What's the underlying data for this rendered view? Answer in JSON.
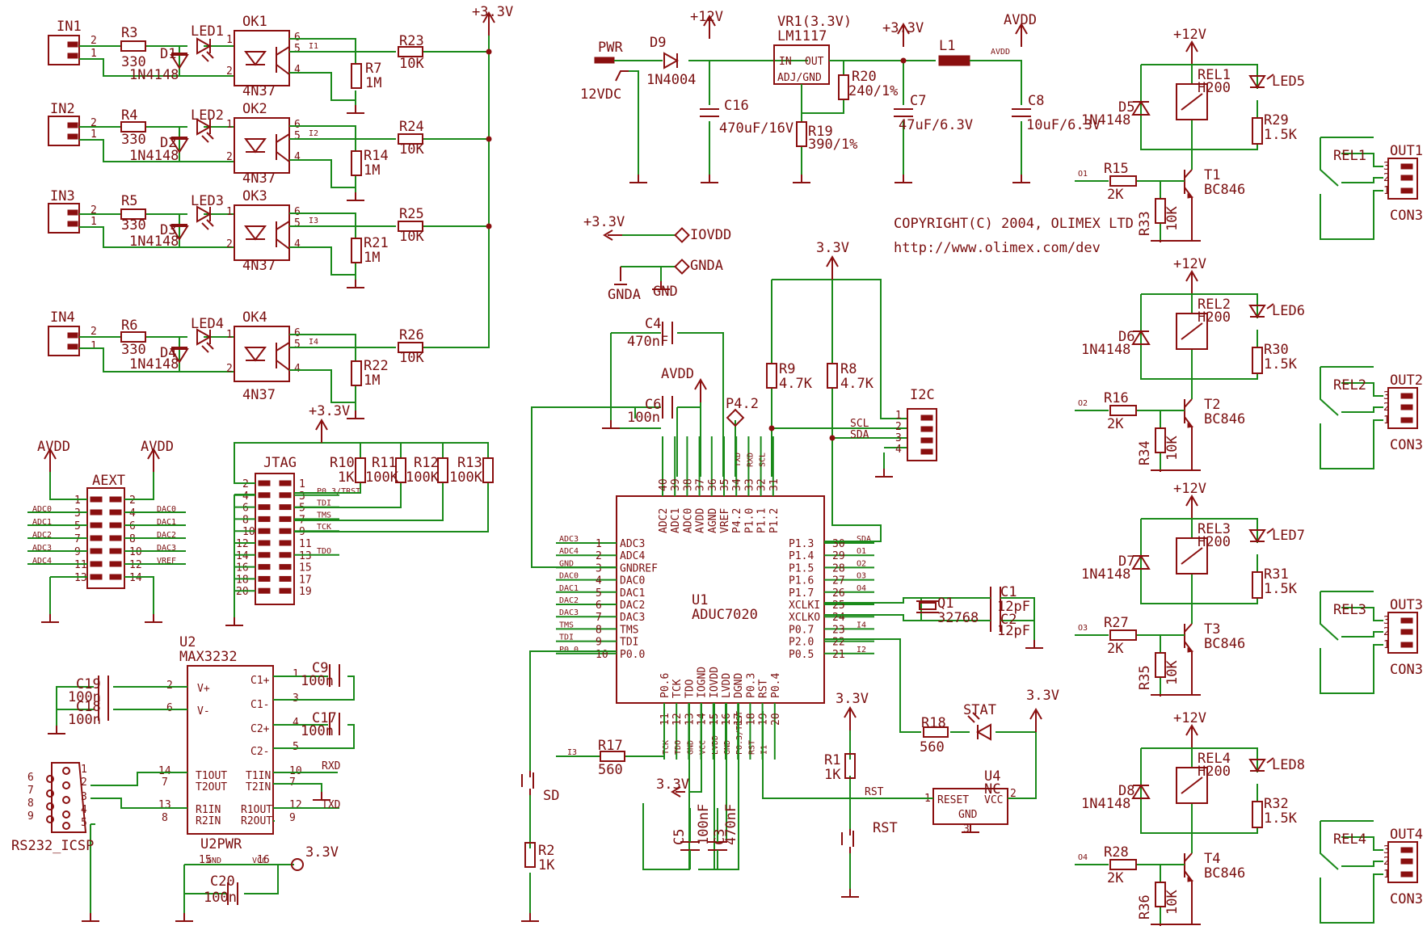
{
  "labels": {
    "in1": "IN1",
    "in2": "IN2",
    "in3": "IN3",
    "in4": "IN4",
    "r3": "R3",
    "r4": "R4",
    "r5": "R5",
    "r6": "R6",
    "v330": "330",
    "d1": "D1",
    "d2": "D2",
    "d3": "D3",
    "d4": "D4",
    "n4148": "1N4148",
    "led1": "LED1",
    "led2": "LED2",
    "led3": "LED3",
    "led4": "LED4",
    "ok1": "OK1",
    "ok2": "OK2",
    "ok3": "OK3",
    "ok4": "OK4",
    "n4n37": "4N37",
    "r7": "R7",
    "r14": "R14",
    "r21": "R21",
    "r22": "R22",
    "v1m": "1M",
    "r23": "R23",
    "r24": "R24",
    "r25": "R25",
    "r26": "R26",
    "v10k": "10K",
    "i1": "I1",
    "i2": "I2",
    "i3": "I3",
    "i4": "I4",
    "p33": "+3.3V",
    "p12": "+12V",
    "avdd": "AVDD",
    "avdd_s": "AVDD",
    "pwr": "PWR",
    "d9": "D9",
    "n4004": "1N4004",
    "vdc12": "12VDC",
    "c16": "C16",
    "c16v": "470uF/16V",
    "vr1": "VR1(3.3V)",
    "lm1117": "LM1117",
    "in": "IN",
    "out": "OUT",
    "adj": "ADJ/GND",
    "r20": "R20",
    "r20v": "240/1%",
    "r19": "R19",
    "r19v": "390/1%",
    "c7": "C7",
    "c7v": "47uF/6.3V",
    "l1": "L1",
    "c8": "C8",
    "c8v": "10uF/6.3V",
    "iovdd": "IOVDD",
    "gnda": "GNDA",
    "gnd": "GND",
    "c4": "C4",
    "c4v": "470nF",
    "c6": "C6",
    "c6v": "100n",
    "p42": "P4.2",
    "v33": "3.3V",
    "r9": "R9",
    "r8": "R8",
    "v47k": "4.7K",
    "i2c": "I2C",
    "scl": "SCL",
    "sda": "SDA",
    "copyright": "COPYRIGHT(C) 2004, OLIMEX LTD",
    "url": "http://www.olimex.com/dev",
    "aext": "AEXT",
    "adc0": "ADC0",
    "adc1": "ADC1",
    "adc2": "ADC2",
    "adc3": "ADC3",
    "adc4": "ADC4",
    "dac0": "DAC0",
    "dac1": "DAC1",
    "dac2": "DAC2",
    "dac3": "DAC3",
    "vref": "VREF",
    "jtag": "JTAG",
    "r10": "R10",
    "r11": "R11",
    "r12": "R12",
    "r13": "R13",
    "v1k": "1K",
    "v100k": "100K",
    "trst": "P0.3/TRST",
    "tdi": "TDI",
    "tms": "TMS",
    "tck": "TCK",
    "tdo": "TDO",
    "u1": "U1",
    "adu": "ADUC7020",
    "gndref": "GNDREF",
    "q1": "Q1",
    "q1v": "32768",
    "c1": "C1",
    "c2": "C2",
    "v12pf": "12pF",
    "xclki": "XCLKI",
    "xclko": "XCLKO",
    "r17": "R17",
    "v560": "560",
    "r18": "R18",
    "stat": "STAT",
    "r1": "R1",
    "rst": "RST",
    "u4": "U4",
    "nc": "NC",
    "reset": "RESET",
    "vcc": "VCC",
    "sd": "SD",
    "r2": "R2",
    "c5": "C5",
    "c5v": "100nF",
    "c3": "C3",
    "c3v": "470nF",
    "u2": "U2",
    "max": "MAX3232",
    "vp": "V+",
    "vm": "V-",
    "c1p": "C1+",
    "c1m": "C1-",
    "c2p": "C2+",
    "c2m": "C2-",
    "t1out": "T1OUT",
    "t2out": "T2OUT",
    "r1in": "R1IN",
    "r2in": "R2IN",
    "t1in": "T1IN",
    "t2in": "T2IN",
    "r1out": "R1OUT",
    "r2out": "R2OUT",
    "c9": "C9",
    "c17": "C17",
    "c19": "C19",
    "c18": "C18",
    "c20": "C20",
    "v100n": "100n",
    "rxd": "RXD",
    "txd": "TXD",
    "rs232": "RS232_ICSP",
    "u2pwr": "U2PWR",
    "rel1": "REL1",
    "rel2": "REL2",
    "rel3": "REL3",
    "rel4": "REL4",
    "h200": "H200",
    "led5": "LED5",
    "led6": "LED6",
    "led7": "LED7",
    "led8": "LED8",
    "d5": "D5",
    "d6": "D6",
    "d7": "D7",
    "d8": "D8",
    "r29": "R29",
    "r30": "R30",
    "r31": "R31",
    "r32": "R32",
    "v15k": "1.5K",
    "r15": "R15",
    "r16": "R16",
    "r27": "R27",
    "r28": "R28",
    "v2k": "2K",
    "r33": "R33",
    "r34": "R34",
    "r35": "R35",
    "r36": "R36",
    "t1": "T1",
    "t2": "T2",
    "t3": "T3",
    "t4": "T4",
    "bc846": "BC846",
    "o1": "O1",
    "o2": "O2",
    "o3": "O3",
    "o4": "O4",
    "out1": "OUT1",
    "out2": "OUT2",
    "out3": "OUT3",
    "out4": "OUT4",
    "con3": "CON3"
  },
  "u1_pins": {
    "left": [
      [
        "ADC3",
        "1"
      ],
      [
        "ADC4",
        "2"
      ],
      [
        "GNDREF",
        "3"
      ],
      [
        "DAC0",
        "4"
      ],
      [
        "DAC1",
        "5"
      ],
      [
        "DAC2",
        "6"
      ],
      [
        "DAC3",
        "7"
      ],
      [
        "TMS",
        "8"
      ],
      [
        "TDI",
        "9"
      ],
      [
        "P0.0",
        "10"
      ]
    ],
    "right": [
      [
        "P1.3",
        "30"
      ],
      [
        "P1.4",
        "29"
      ],
      [
        "P1.5",
        "28"
      ],
      [
        "P1.6",
        "27"
      ],
      [
        "P1.7",
        "26"
      ],
      [
        "XCLKI",
        "25"
      ],
      [
        "XCLKO",
        "24"
      ],
      [
        "P0.7",
        "23"
      ],
      [
        "P2.0",
        "22"
      ],
      [
        "P0.5",
        "21"
      ]
    ],
    "top": [
      [
        "ADC2",
        "40"
      ],
      [
        "ADC1",
        "39"
      ],
      [
        "ADC0",
        "38"
      ],
      [
        "AVDD",
        "37"
      ],
      [
        "AGND",
        "36"
      ],
      [
        "VREF",
        "35"
      ],
      [
        "P4.2",
        "34"
      ],
      [
        "P1.0",
        "33"
      ],
      [
        "P1.1",
        "32"
      ],
      [
        "P1.2",
        "31"
      ]
    ],
    "bottom": [
      [
        "P0.6",
        "11"
      ],
      [
        "TCK",
        "12"
      ],
      [
        "TDO",
        "13"
      ],
      [
        "IOGND",
        "14"
      ],
      [
        "IOVDD",
        "15"
      ],
      [
        "LVDD",
        "16"
      ],
      [
        "DGND",
        "17"
      ],
      [
        "P0.3",
        "18"
      ],
      [
        "RST",
        "19"
      ],
      [
        "P0.4",
        "20"
      ]
    ],
    "left_nets": [
      "ADC3",
      "ADC4",
      "GND",
      "DAC0",
      "DAC1",
      "DAC2",
      "DAC3",
      "TMS",
      "TDI",
      "P0.0"
    ],
    "right_nets": [
      "SDA",
      "O1",
      "O2",
      "O3",
      "O4",
      "",
      "",
      "I4",
      "",
      "I2"
    ],
    "top_nets": [
      "",
      "",
      "",
      "",
      "",
      "",
      "TXD",
      "RXD",
      "SCL",
      ""
    ],
    "bottom_nets": [
      "TCK",
      "TDO",
      "GND",
      "VCC",
      "LVDD",
      "GND",
      "P0.3/TRST",
      "RST",
      "I1",
      ""
    ]
  }
}
